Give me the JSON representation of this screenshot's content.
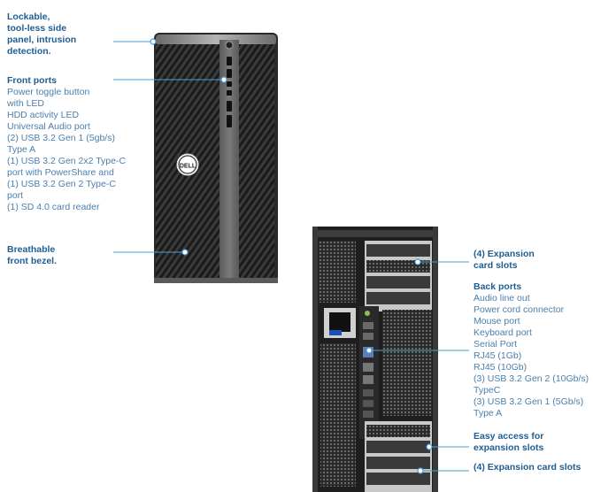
{
  "callouts": {
    "lockable": {
      "heading": [
        "Lockable,",
        "tool-less side",
        "panel, intrusion",
        "detection."
      ]
    },
    "front_ports": {
      "heading": "Front ports",
      "items": [
        "Power toggle button",
        "with LED",
        "HDD activity LED",
        "Universal Audio port",
        "(2) USB 3.2 Gen 1 (5gb/s)",
        "Type A",
        "(1) USB 3.2 Gen 2x2 Type-C",
        "port with PowerShare and",
        "(1) USB 3.2 Gen 2 Type-C",
        "port",
        "(1) SD 4.0 card reader"
      ]
    },
    "bezel": {
      "heading": [
        "Breathable",
        "front bezel."
      ]
    },
    "expansion_top": {
      "heading": [
        "(4) Expansion",
        "card slots"
      ]
    },
    "back_ports": {
      "heading": "Back ports",
      "items": [
        "Audio line out",
        "Power cord connector",
        "Mouse port",
        "Keyboard port",
        "Serial Port",
        "RJ45 (1Gb)",
        "RJ45 (10Gb)",
        "(3) USB 3.2 Gen 2 (10Gb/s)",
        "TypeC",
        "(3) USB 3.2 Gen 1 (5Gb/s)",
        "Type A"
      ]
    },
    "easy_access": {
      "heading": [
        "Easy access for",
        "expansion slots"
      ]
    },
    "expansion_bottom": {
      "heading": [
        "(4) Expansion card slots"
      ]
    }
  },
  "logo": {
    "text": "DELL"
  },
  "colors": {
    "label": "#1f5e93",
    "leader": "#4a9dd8",
    "chassis": "#222222",
    "trim": "#8a8a8a"
  }
}
